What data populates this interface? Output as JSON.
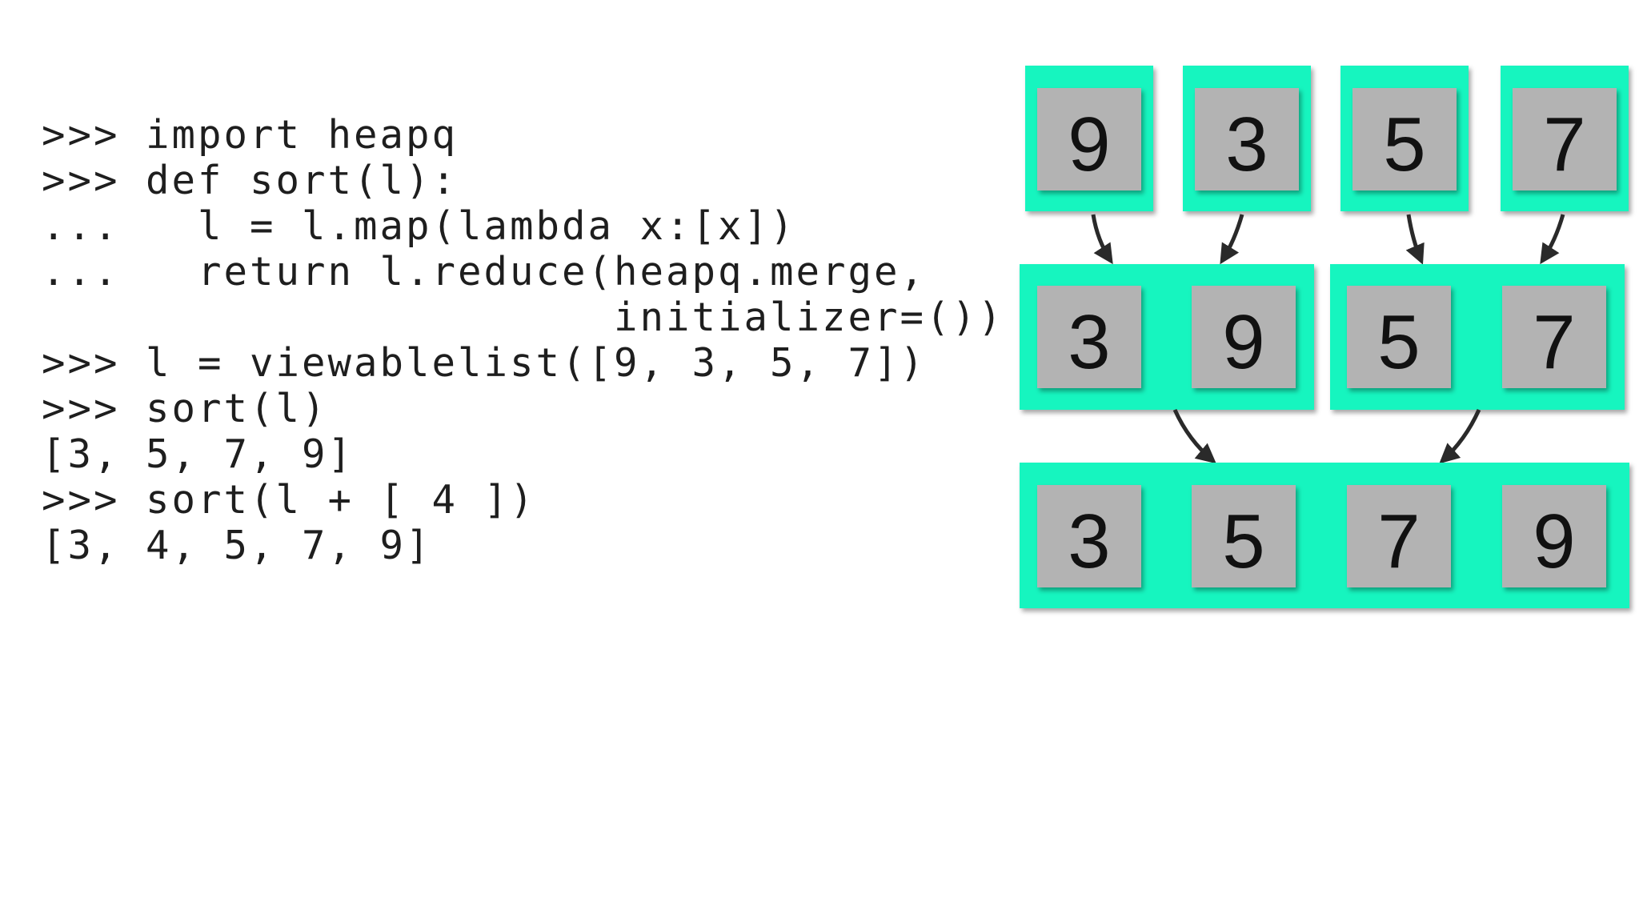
{
  "code_lines": [
    ">>> import heapq",
    ">>> def sort(l):",
    "...   l = l.map(lambda x:[x])",
    "...   return l.reduce(heapq.merge,",
    "                      initializer=())",
    ">>> l = viewablelist([9, 3, 5, 7])",
    ">>> sort(l)",
    "[3, 5, 7, 9]",
    ">>> sort(l + [ 4 ])",
    "[3, 4, 5, 7, 9]"
  ],
  "diagram": {
    "colors": {
      "group_fill": "#19f5bf",
      "cell_fill": "#b3b3b3",
      "cell_text": "#111111",
      "arrow": "#2a2a2a"
    },
    "level_1": [
      "9",
      "3",
      "5",
      "7"
    ],
    "level_2": [
      [
        "3",
        "9"
      ],
      [
        "5",
        "7"
      ]
    ],
    "level_3": [
      "3",
      "5",
      "7",
      "9"
    ]
  }
}
